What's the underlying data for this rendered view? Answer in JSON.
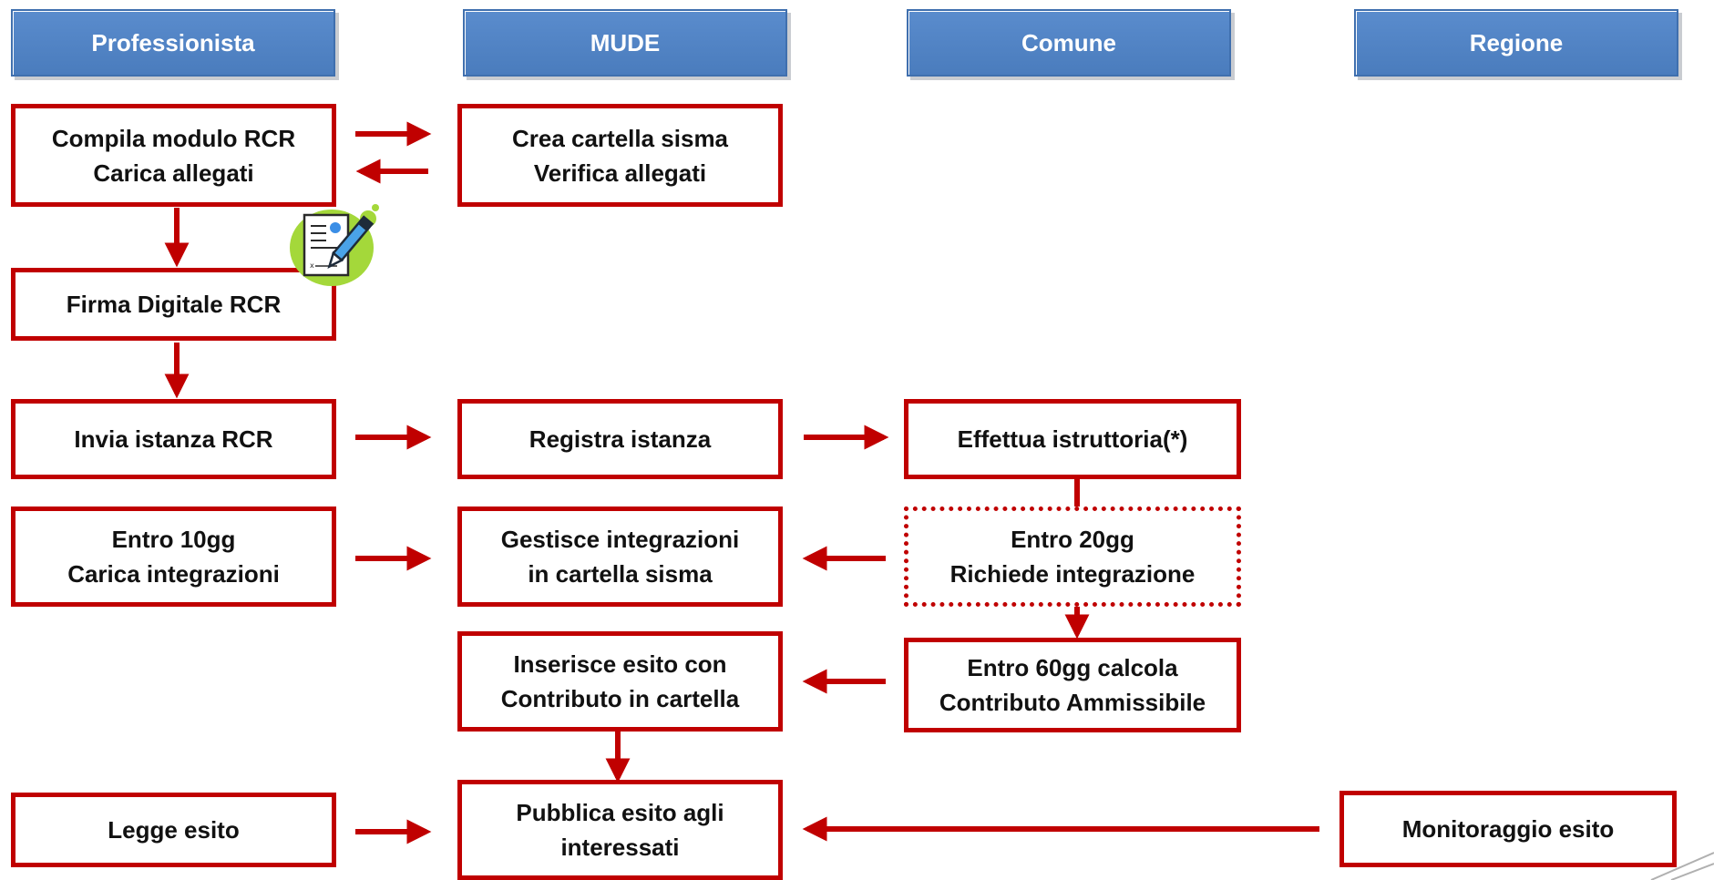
{
  "lanes": {
    "professionista": "Professionista",
    "mude": "MUDE",
    "comune": "Comune",
    "regione": "Regione"
  },
  "steps": {
    "compila_line1": "Compila modulo RCR",
    "compila_line2": "Carica allegati",
    "crea_line1": "Crea cartella sisma",
    "crea_line2": "Verifica allegati",
    "firma": "Firma Digitale RCR",
    "invia": "Invia istanza RCR",
    "registra": "Registra istanza",
    "istruttoria": "Effettua istruttoria(*)",
    "entro10_line1": "Entro 10gg",
    "entro10_line2": "Carica integrazioni",
    "gestisce_line1": "Gestisce integrazioni",
    "gestisce_line2": "in cartella sisma",
    "entro20_line1": "Entro 20gg",
    "entro20_line2": "Richiede integrazione",
    "inserisce_line1": "Inserisce esito con",
    "inserisce_line2": "Contributo in cartella",
    "entro60_line1": "Entro 60gg calcola",
    "entro60_line2": "Contributo Ammissibile",
    "legge": "Legge esito",
    "pubblica_line1": "Pubblica esito agli",
    "pubblica_line2": "interessati",
    "monitoraggio": "Monitoraggio esito"
  },
  "icons": {
    "signature": "digital-signature-document-icon"
  },
  "colors": {
    "accent_red": "#c00000",
    "header_blue": "#4f81bd"
  }
}
